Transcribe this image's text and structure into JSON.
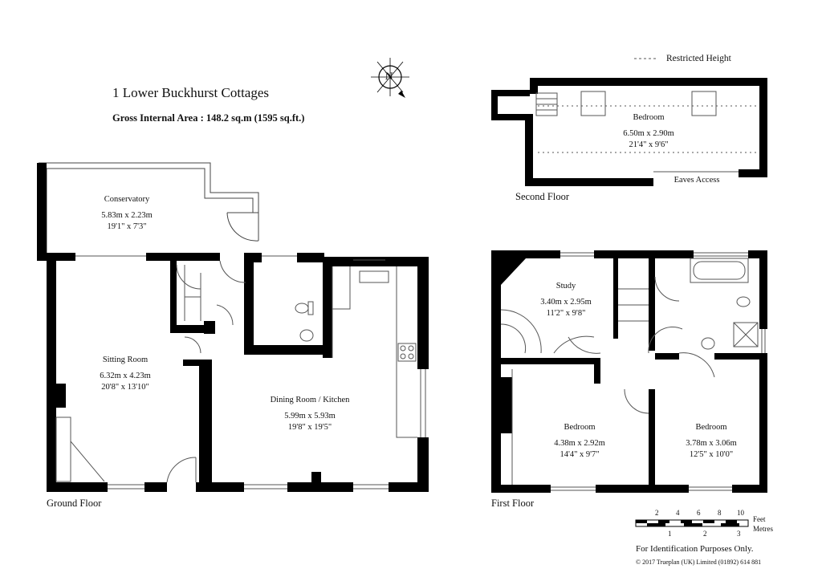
{
  "header": {
    "title": "1 Lower Buckhurst Cottages",
    "gross_area": "Gross Internal Area  :  148.2 sq.m   (1595 sq.ft.)",
    "north_label": "N"
  },
  "ground_floor": {
    "label": "Ground Floor",
    "conservatory": {
      "name": "Conservatory",
      "metric": "5.83m  x  2.23m",
      "imperial": "19'1\"  x  7'3\""
    },
    "sitting": {
      "name": "Sitting Room",
      "metric": "6.32m  x  4.23m",
      "imperial": "20'8\"  x  13'10\""
    },
    "dining": {
      "name": "Dining Room / Kitchen",
      "metric": "5.99m  x  5.93m",
      "imperial": "19'8\"  x  19'5\""
    }
  },
  "first_floor": {
    "label": "First Floor",
    "study": {
      "name": "Study",
      "metric": "3.40m  x  2.95m",
      "imperial": "11'2\"  x  9'8\""
    },
    "bedroom1": {
      "name": "Bedroom",
      "metric": "4.38m  x  2.92m",
      "imperial": "14'4\"  x  9'7\""
    },
    "bedroom2": {
      "name": "Bedroom",
      "metric": "3.78m  x  3.06m",
      "imperial": "12'5\"  x  10'0\""
    }
  },
  "second_floor": {
    "label": "Second Floor",
    "restricted": "Restricted Height",
    "eaves": "Eaves Access",
    "bedroom": {
      "name": "Bedroom",
      "metric": "6.50m  x  2.90m",
      "imperial": "21'4\"  x  9'6\""
    }
  },
  "scale": {
    "feet_ticks": [
      "2",
      "4",
      "6",
      "8",
      "10"
    ],
    "metre_ticks": [
      "1",
      "2",
      "3"
    ],
    "feet_label": "Feet",
    "metres_label": "Metres"
  },
  "footer": {
    "note": "For  Identification  Purposes  Only.",
    "copyright": "©  2017  Trueplan  (UK)  Limited   (01892)  614 881"
  },
  "colors": {
    "wall": "#000000",
    "line": "#555555"
  }
}
